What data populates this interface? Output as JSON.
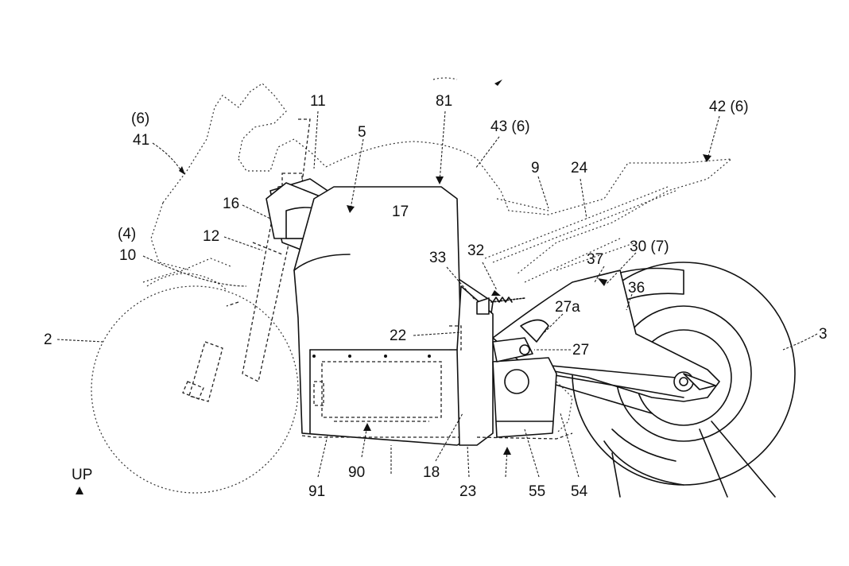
{
  "labels": [
    {
      "id": "l2",
      "text": "2"
    },
    {
      "id": "l3",
      "text": "3"
    },
    {
      "id": "l4",
      "text": "(4)"
    },
    {
      "id": "l10",
      "text": "10"
    },
    {
      "id": "l6a",
      "text": "(6)"
    },
    {
      "id": "l41",
      "text": "41"
    },
    {
      "id": "l11",
      "text": "11"
    },
    {
      "id": "l12",
      "text": "12"
    },
    {
      "id": "l16",
      "text": "16"
    },
    {
      "id": "l5",
      "text": "5"
    },
    {
      "id": "l17",
      "text": "17"
    },
    {
      "id": "l81",
      "text": "81"
    },
    {
      "id": "l43",
      "text": "43 (6)"
    },
    {
      "id": "l9",
      "text": "9"
    },
    {
      "id": "l24",
      "text": "24"
    },
    {
      "id": "l42",
      "text": "42 (6)"
    },
    {
      "id": "l33",
      "text": "33"
    },
    {
      "id": "l32",
      "text": "32"
    },
    {
      "id": "l37",
      "text": "37"
    },
    {
      "id": "l30",
      "text": "30 (7)"
    },
    {
      "id": "l36",
      "text": "36"
    },
    {
      "id": "l22",
      "text": "22"
    },
    {
      "id": "l27a",
      "text": "27a"
    },
    {
      "id": "l27",
      "text": "27"
    },
    {
      "id": "l18",
      "text": "18"
    },
    {
      "id": "l23",
      "text": "23"
    },
    {
      "id": "l55",
      "text": "55"
    },
    {
      "id": "l54",
      "text": "54"
    },
    {
      "id": "l91",
      "text": "91"
    },
    {
      "id": "l90",
      "text": "90"
    },
    {
      "id": "lup",
      "text": "UP"
    }
  ]
}
